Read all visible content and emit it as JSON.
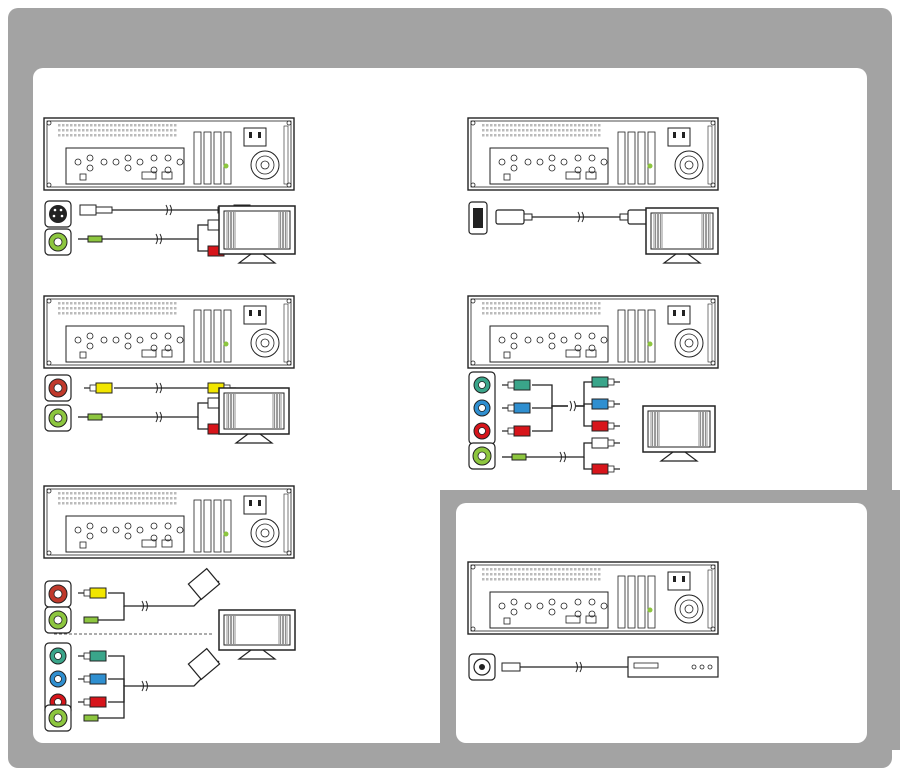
{
  "diagram": {
    "sections": [
      {
        "id": "s-video-tv",
        "ports": [
          "s-video-port",
          "audio-out-port"
        ]
      },
      {
        "id": "hdmi-tv",
        "ports": [
          "hdmi-port"
        ]
      },
      {
        "id": "composite-tv",
        "ports": [
          "composite-video-port",
          "audio-out-port"
        ]
      },
      {
        "id": "component-tv",
        "ports": [
          "component-y-port",
          "component-pb-port",
          "component-pr-port",
          "audio-out-port"
        ]
      },
      {
        "id": "scart-tv",
        "ports": [
          "composite-video-port",
          "audio-out-port",
          "component-y-port",
          "component-pb-port",
          "component-pr-port",
          "audio-out-port"
        ]
      },
      {
        "id": "coax-set-top-box",
        "ports": [
          "coax-port"
        ]
      }
    ],
    "colors": {
      "frame": "#a3a3a3",
      "yellow": "#f2e600",
      "green": "#8dc63f",
      "red": "#d7151b",
      "blue": "#2f8fd0",
      "teal": "#3aa58a",
      "white": "#ffffff",
      "black": "#1a1a1a"
    }
  }
}
